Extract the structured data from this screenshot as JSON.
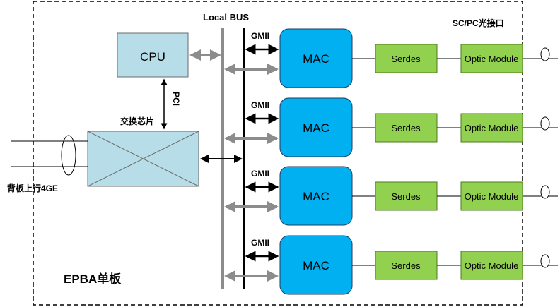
{
  "board_label": "EPBA单板",
  "local_bus_label": "Local BUS",
  "optical_port_label": "SC/PC光接口",
  "cpu": {
    "label": "CPU"
  },
  "pci_label": "PCI",
  "switch_chip_label": "交换芯片",
  "backplane_label": "背板上行4GE",
  "channels": [
    {
      "gmii": "GMII",
      "mac": "MAC",
      "serdes": "Serdes",
      "optic": "Optic Module"
    },
    {
      "gmii": "GMII",
      "mac": "MAC",
      "serdes": "Serdes",
      "optic": "Optic Module"
    },
    {
      "gmii": "GMII",
      "mac": "MAC",
      "serdes": "Serdes",
      "optic": "Optic Module"
    },
    {
      "gmii": "GMII",
      "mac": "MAC",
      "serdes": "Serdes",
      "optic": "Optic Module"
    }
  ],
  "colors": {
    "cpu_fill": "#b7dde8",
    "switch_fill": "#b7dde8",
    "mac_fill": "#00b0f0",
    "serdes_fill": "#92d050",
    "optic_fill": "#92d050",
    "bus_gray": "#8c8c8c"
  }
}
